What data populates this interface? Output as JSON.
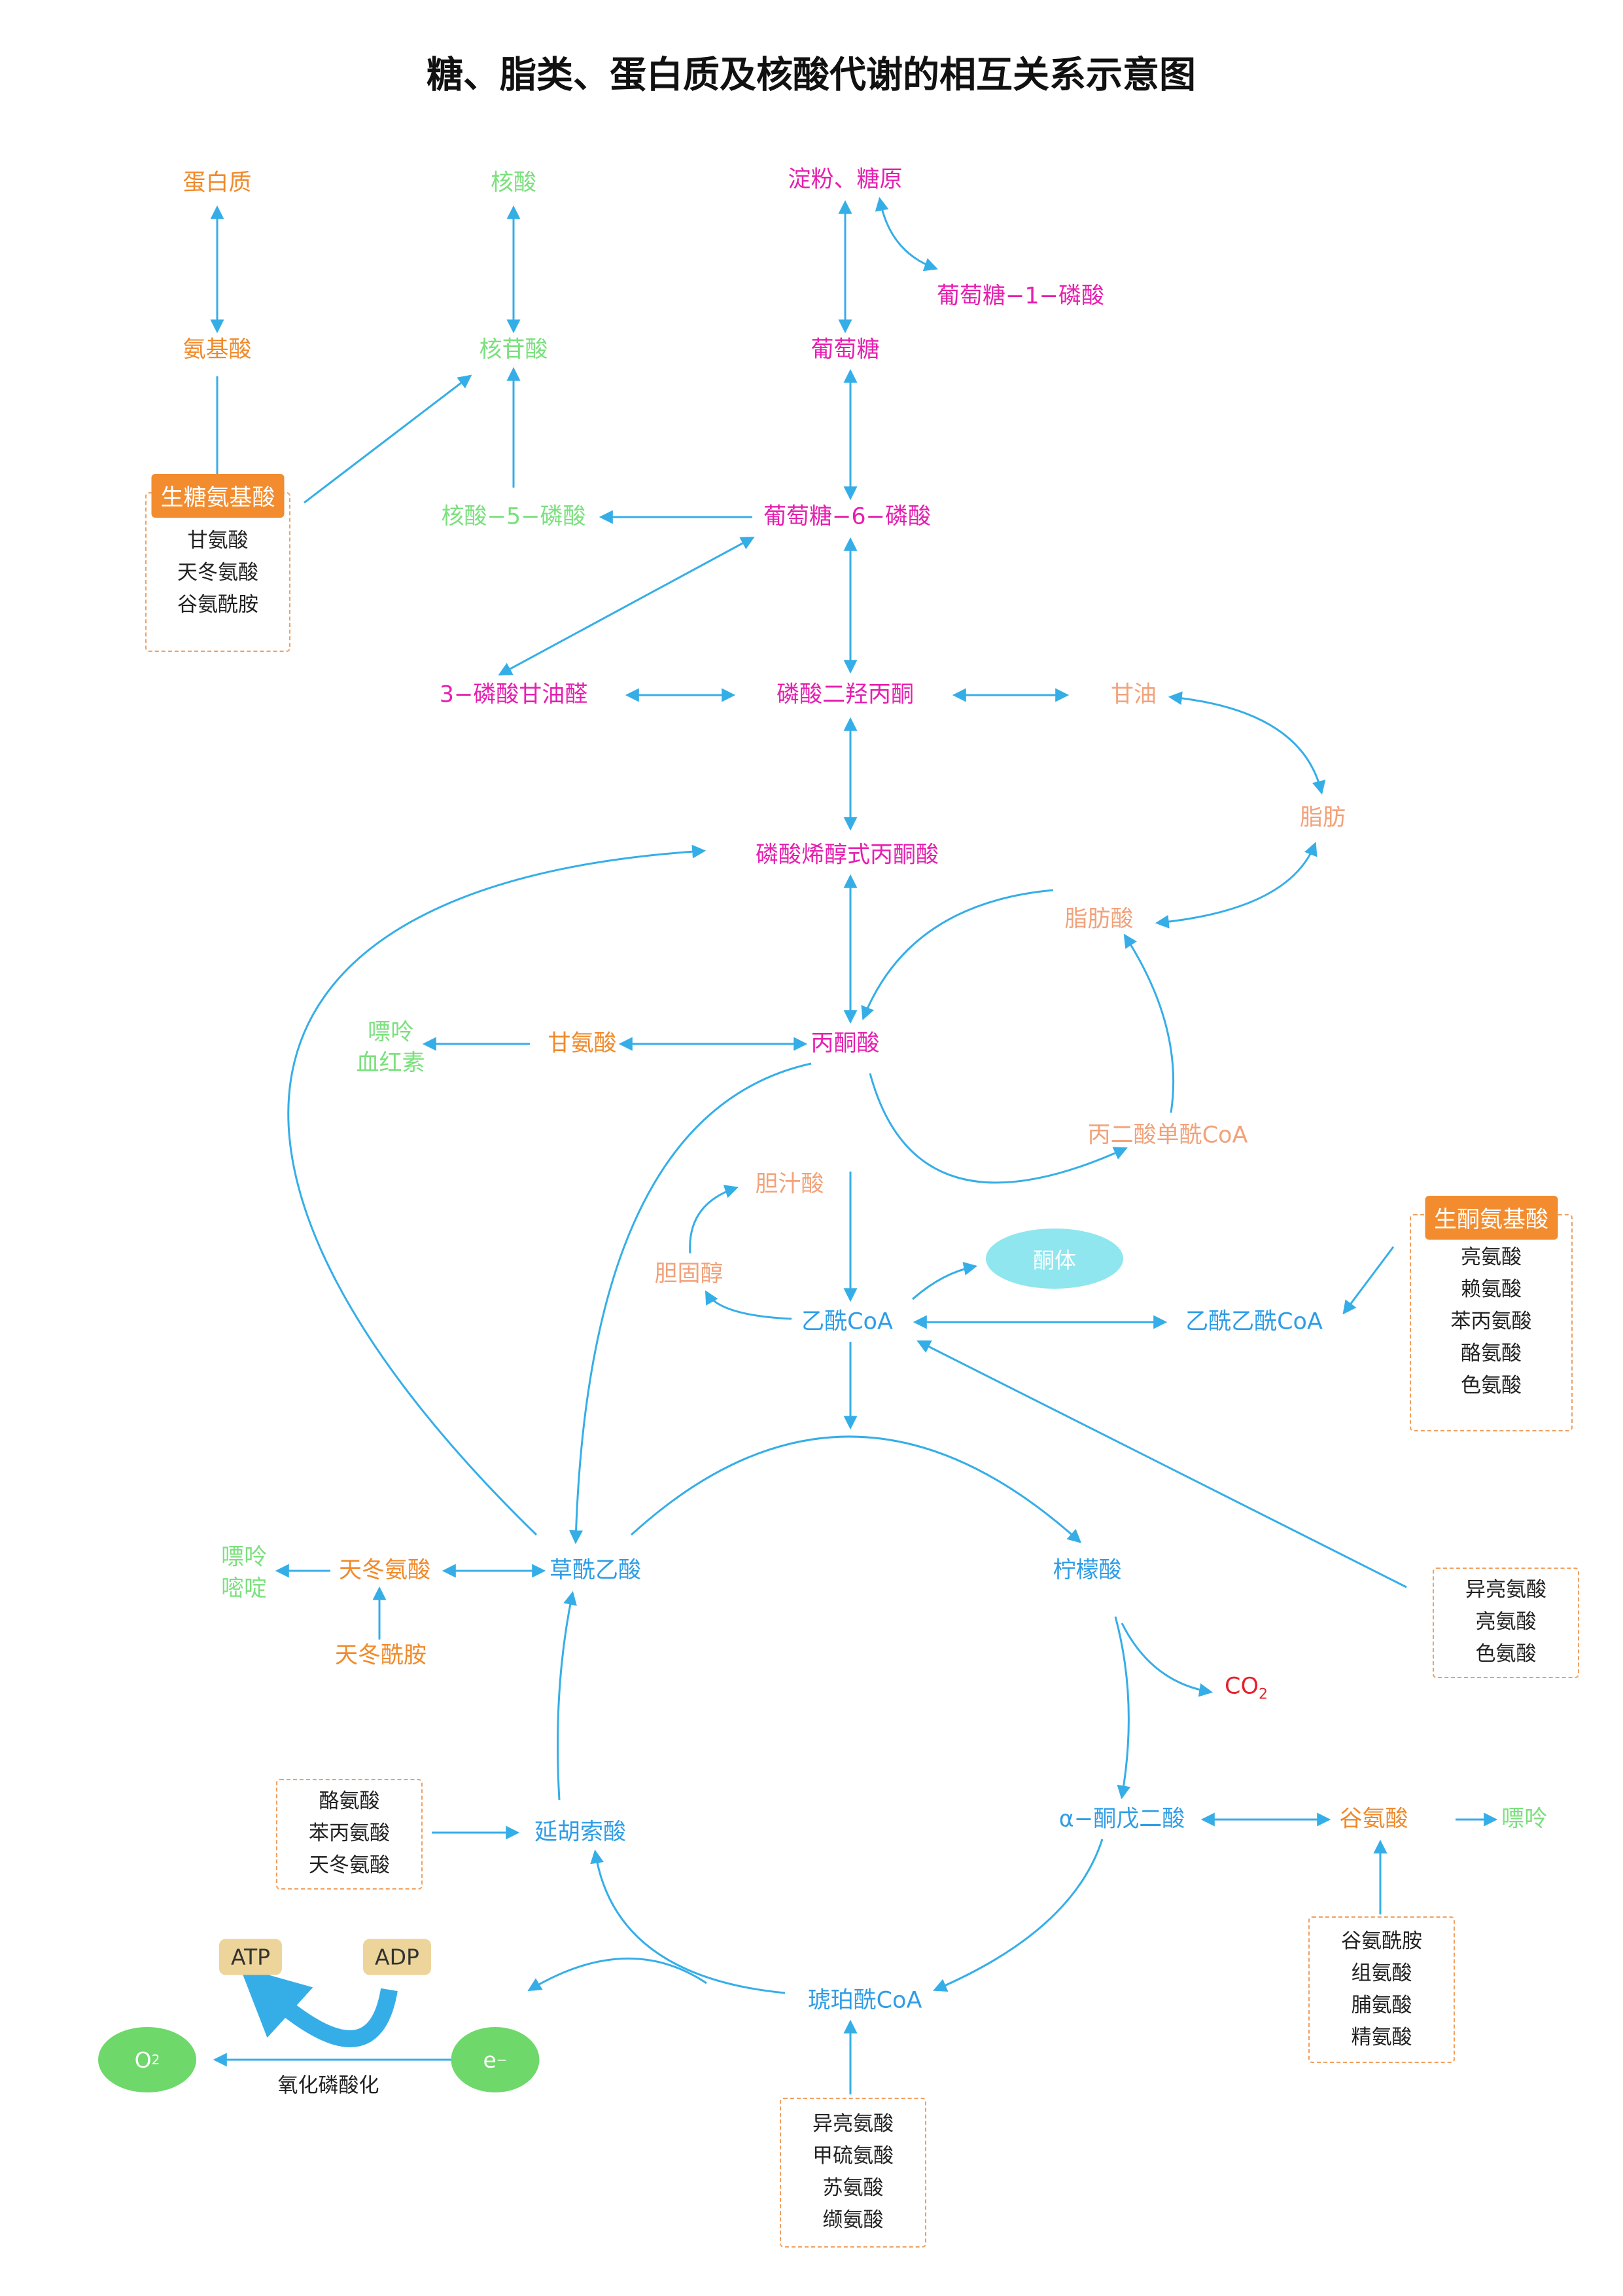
{
  "title": "糖、脂类、蛋白质及核酸代谢的相互关系示意图",
  "colors": {
    "arrow": "#35aee8",
    "sugar": "#e61fb0",
    "amino": "#f08a2a",
    "lipid": "#f2a27a",
    "nucleic": "#7be07e",
    "tca": "#2f9de6",
    "co2": "#e8202a",
    "box_header": "#f28c2e",
    "atp_pill": "#ecd49a",
    "oval_green": "#6ed86a",
    "oval_cyan": "#8fe6ee"
  },
  "nodes": {
    "protein": "蛋白质",
    "nucleic_acid": "核酸",
    "starch_glycogen": "淀粉、糖原",
    "glucose_1p": "葡萄糖−1−磷酸",
    "amino_acid": "氨基酸",
    "nucleotide": "核苷酸",
    "glucose": "葡萄糖",
    "ribose_5p": "核酸−5−磷酸",
    "glucose_6p": "葡萄糖−6−磷酸",
    "g3p": "3−磷酸甘油醛",
    "dhap": "磷酸二羟丙酮",
    "glycerol": "甘油",
    "fat": "脂肪",
    "pep": "磷酸烯醇式丙酮酸",
    "fatty_acid": "脂肪酸",
    "purine_heme_1": "嘌呤",
    "purine_heme_2": "血红素",
    "glycine": "甘氨酸",
    "pyruvate": "丙酮酸",
    "malonyl_coa": "丙二酸单酰CoA",
    "bile_acid": "胆汁酸",
    "cholesterol": "胆固醇",
    "ketone_body": "酮体",
    "acetyl_coa": "乙酰CoA",
    "acetoacetyl_coa": "乙酰乙酰CoA",
    "purine_pyrimidine_1": "嘌呤",
    "purine_pyrimidine_2": "嘧啶",
    "aspartate": "天冬氨酸",
    "oxaloacetate": "草酰乙酸",
    "citrate": "柠檬酸",
    "asparagine": "天冬酰胺",
    "co2": "CO",
    "co2_sub": "2",
    "fumarate": "延胡索酸",
    "alpha_kg": "α−酮戊二酸",
    "glutamate": "谷氨酸",
    "purine_right": "嘌呤",
    "succinyl_coa": "琥珀酰CoA",
    "oxidative_phos": "氧化磷酸化"
  },
  "pills": {
    "atp": "ATP",
    "adp": "ADP"
  },
  "ovals": {
    "ketone": "酮体",
    "o2": "O",
    "o2_sub": "2",
    "electron": "e",
    "electron_sup": "−"
  },
  "boxes": {
    "glucogenic": {
      "header": "生糖氨基酸",
      "items": [
        "甘氨酸",
        "天冬氨酸",
        "谷氨酰胺"
      ]
    },
    "ketogenic": {
      "header": "生酮氨基酸",
      "items": [
        "亮氨酸",
        "赖氨酸",
        "苯丙氨酸",
        "酪氨酸",
        "色氨酸"
      ]
    },
    "acetyl_sources": {
      "items": [
        "异亮氨酸",
        "亮氨酸",
        "色氨酸"
      ]
    },
    "fumarate_sources": {
      "items": [
        "酪氨酸",
        "苯丙氨酸",
        "天冬氨酸"
      ]
    },
    "glutamate_sources": {
      "items": [
        "谷氨酰胺",
        "组氨酸",
        "脯氨酸",
        "精氨酸"
      ]
    },
    "succinyl_sources": {
      "items": [
        "异亮氨酸",
        "甲硫氨酸",
        "苏氨酸",
        "缬氨酸"
      ]
    }
  }
}
